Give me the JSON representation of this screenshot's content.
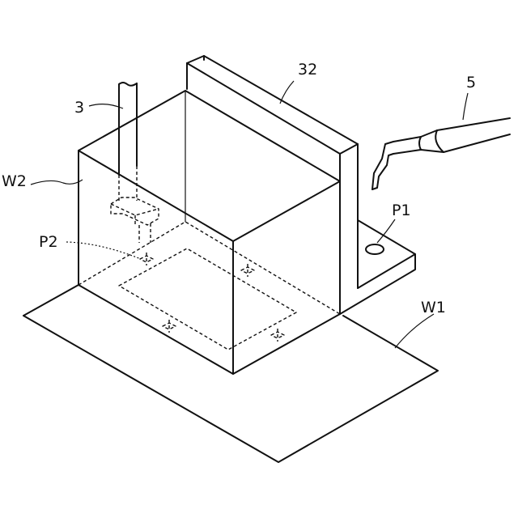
{
  "labels": {
    "tool_3": "3",
    "plate_32": "32",
    "probe_5": "5",
    "block_w2": "W2",
    "point_p1": "P1",
    "point_p2": "P2",
    "sheet_w1": "W1"
  }
}
